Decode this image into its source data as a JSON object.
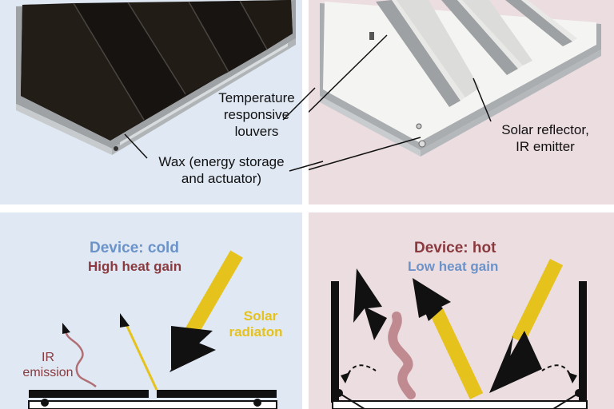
{
  "photos": {
    "labels": {
      "louvers_l1": "Temperature",
      "louvers_l2": "responsive",
      "louvers_l3": "louvers",
      "wax_l1": "Wax (energy storage",
      "wax_l2": "and actuator)",
      "reflector_l1": "Solar reflector,",
      "reflector_l2": "IR emitter"
    }
  },
  "cold": {
    "title": "Device: cold",
    "subtitle": "High heat gain",
    "solar_l1": "Solar",
    "solar_l2": "radiaton",
    "ir_l1": "IR",
    "ir_l2": "emission"
  },
  "hot": {
    "title": "Device: hot",
    "subtitle": "Low heat gain"
  },
  "colors": {
    "cold_panel_bg": "#dfe8f3",
    "hot_panel_bg": "#ecdde1",
    "cold_title": "#6b93c9",
    "heat_text": "#8a3a3e",
    "solar_yellow": "#e6c21d",
    "ir_wave": "#b06f74"
  }
}
